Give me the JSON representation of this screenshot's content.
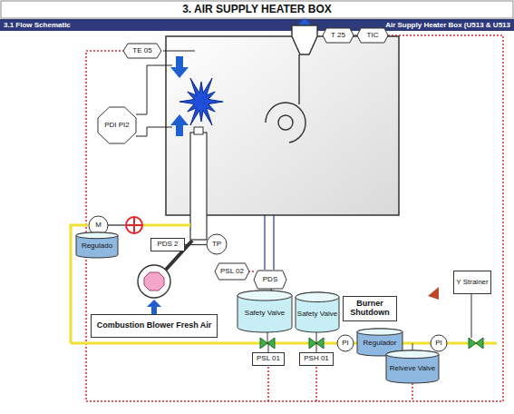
{
  "diagram": {
    "title": "3. AIR SUPPLY HEATER BOX",
    "nodes": [
      {
        "text": [
          "TE 05"
        ]
      },
      {
        "text": [
          "T 25"
        ]
      },
      {
        "text": [
          "TIC"
        ]
      },
      {
        "text": [
          "PDI PI2"
        ]
      },
      {
        "text": [
          "M"
        ]
      },
      {
        "text": [
          "PDS 2"
        ]
      },
      {
        "text": [
          "TP"
        ]
      },
      {
        "text": [
          "Regulado"
        ]
      },
      {
        "text": [
          "PSL 02"
        ]
      },
      {
        "text": [
          "PDS"
        ]
      },
      {
        "text": [
          "Y Strainer"
        ]
      },
      {
        "text": [
          "Safety Valve"
        ]
      },
      {
        "text": [
          "Safety Valve"
        ]
      },
      {
        "text": [
          "Burner Shutdown"
        ]
      },
      {
        "text": [
          "Combustion Blower Fresh Air"
        ]
      },
      {
        "text": [
          "PI"
        ]
      },
      {
        "text": [
          "Regulador"
        ]
      },
      {
        "text": [
          "PI"
        ]
      },
      {
        "text": [
          "PSL 01"
        ]
      },
      {
        "text": [
          "PSH 01"
        ]
      },
      {
        "text": [
          "Relveve Valve"
        ]
      }
    ],
    "edges": [
      {
        "from": 1,
        "to": 2,
        "arrow": "none"
      },
      {
        "from": 5,
        "to": 6,
        "arrow": "none"
      }
    ],
    "labels": [
      "3.1 Flow Schematic",
      "Air Supply Heater Box (U513 & U513"
    ]
  }
}
